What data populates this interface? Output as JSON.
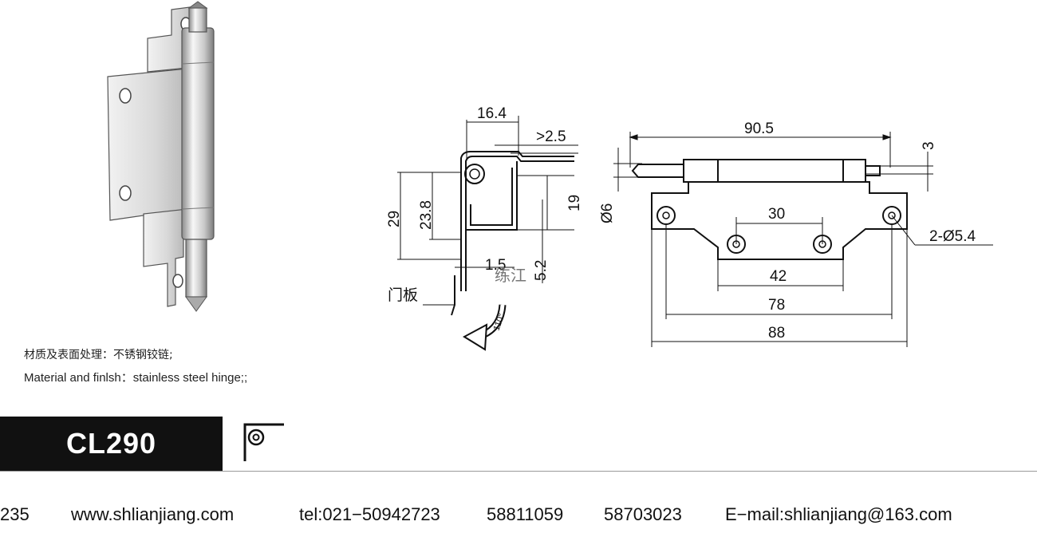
{
  "material": {
    "cn": "材质及表面处理：不锈钢铰链;",
    "en": "Material and finlsh：stainless steel hinge;;"
  },
  "model": {
    "code": "CL290"
  },
  "side_view": {
    "dims": {
      "width_top": "16.4",
      "gap": ">2.5",
      "height_29": "29",
      "height_238": "23.8",
      "height_19": "19",
      "thick": "1.5",
      "offset": "5.2"
    },
    "door_label": "门板",
    "angle": "110°",
    "watermark": "练江"
  },
  "front_view": {
    "dims": {
      "overall_top": "90.5",
      "pin_offset": "3",
      "pin_dia": "Ø6",
      "inner_holes": "30",
      "hole_callout": "2-Ø5.4",
      "d42": "42",
      "d78": "78",
      "d88": "88"
    }
  },
  "contact": {
    "partial": "235",
    "website": "www.shlianjiang.com",
    "tel": "tel:021−50942723",
    "phone2": "58811059",
    "phone3": "58703023",
    "email": "E−mail:shlianjiang@163.com"
  }
}
